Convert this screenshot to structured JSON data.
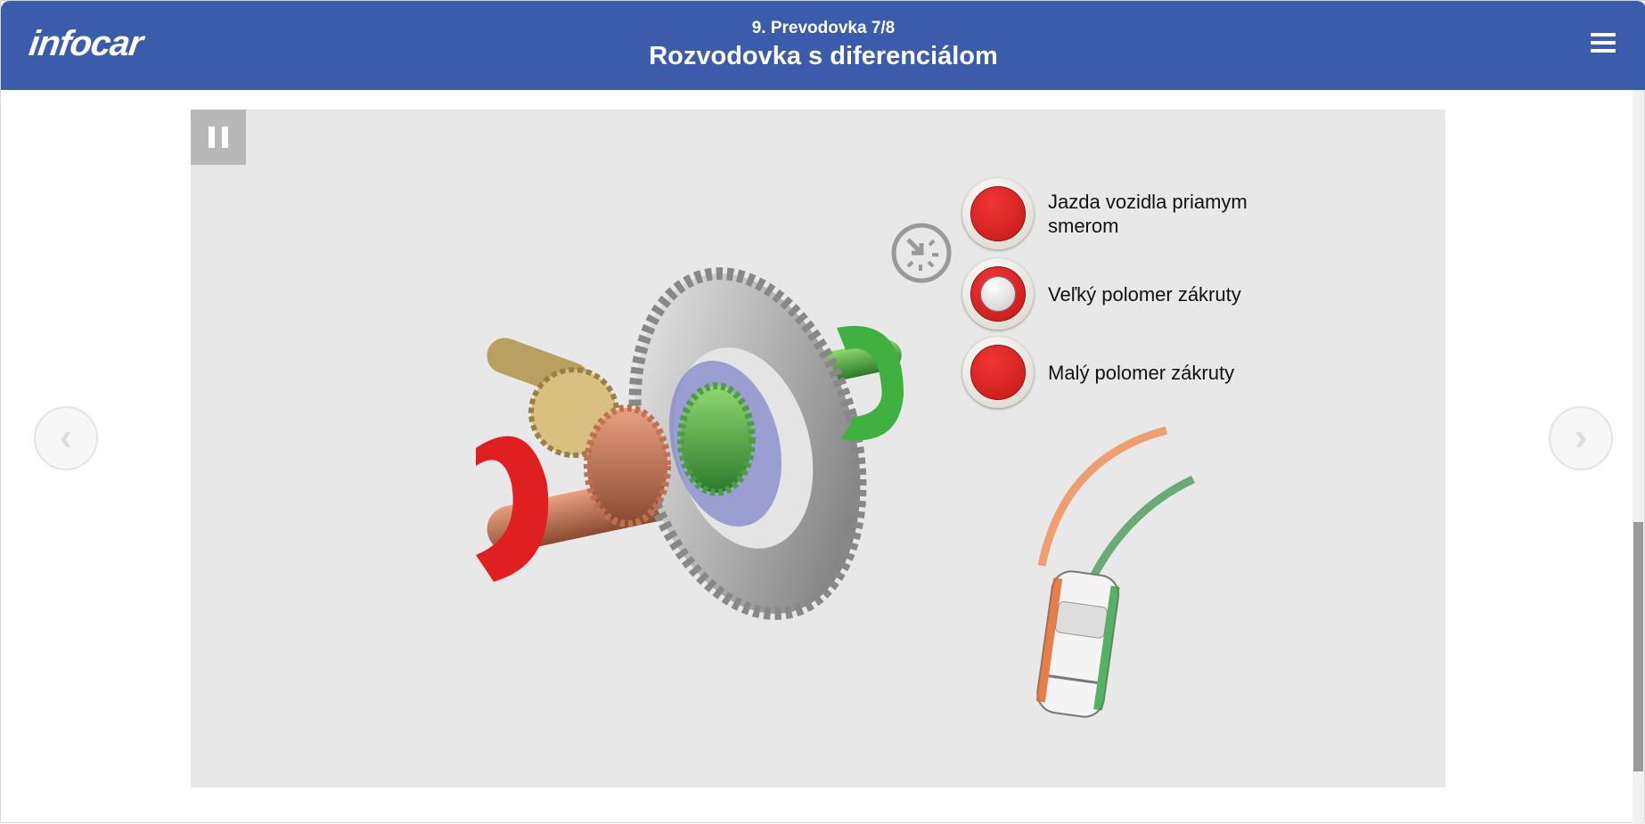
{
  "header": {
    "logo": "infocar",
    "subtitle": "9. Prevodovka 7/8",
    "title": "Rozvodovka s diferenciálom"
  },
  "nav": {
    "prev": "‹",
    "next": "›"
  },
  "options": [
    {
      "label": "Jazda vozidla priamym smerom",
      "selected": false
    },
    {
      "label": "Veľký polomer zákruty",
      "selected": true
    },
    {
      "label": "Malý polomer zákruty",
      "selected": false
    }
  ],
  "colors": {
    "header": "#3b5bab",
    "button": "#d42020",
    "left_path": "#f0905a",
    "right_path": "#4a9a5a"
  }
}
